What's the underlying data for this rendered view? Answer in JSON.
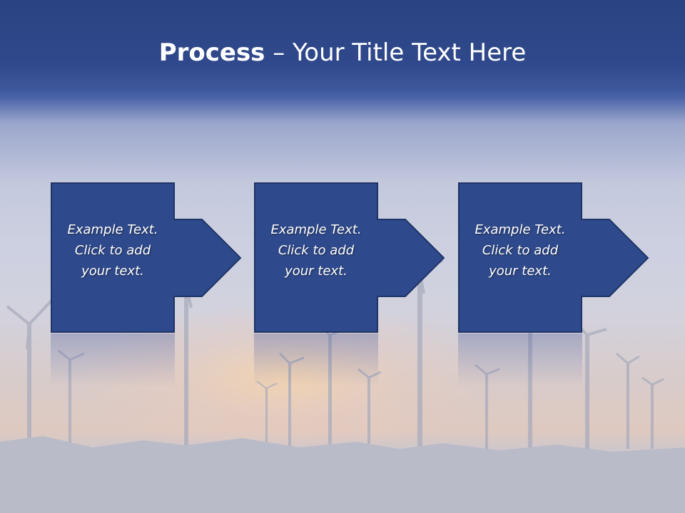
{
  "title": {
    "bold_part": "Process",
    "rest_part": " – Your Title Text Here"
  },
  "colors": {
    "title_band": "#2f4a8c",
    "box_fill": "#2f4a8c",
    "box_border": "#1e3366",
    "text": "#ffffff"
  },
  "steps": [
    {
      "text": "Example Text.\nClick  to add\nyour text."
    },
    {
      "text": "Example Text.\nClick  to add\nyour text."
    },
    {
      "text": "Example Text.\nClick  to add\nyour text."
    }
  ],
  "background": {
    "subject": "wind turbines at sunset"
  }
}
